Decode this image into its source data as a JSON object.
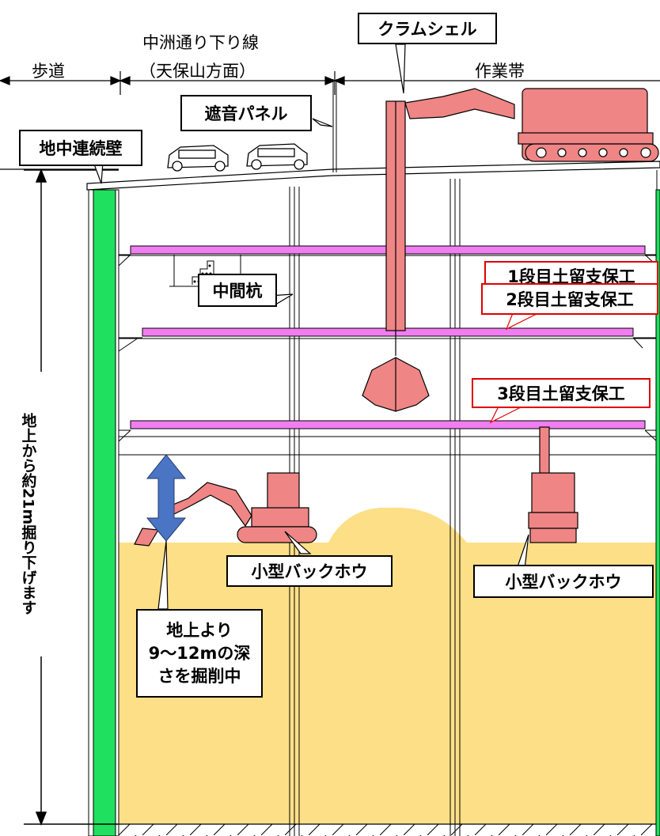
{
  "colors": {
    "wall": "#1fe05f",
    "strut": "#f07ef0",
    "soil": "#fddf88",
    "machine": "#ef8585",
    "arrow": "#4a74c4",
    "callout_red": "#e00000"
  },
  "top_labels": {
    "sidewalk": "歩道",
    "road_line1": "中洲通り下り線",
    "road_line2": "（天保山方面）",
    "work_zone": "作業帯"
  },
  "callouts": {
    "clamshell": "クラムシェル",
    "sound_panel": "遮音パネル",
    "diaphragm_wall": "地中連続壁",
    "intermediate_pile": "中間杭",
    "strut_1": "1段目土留支保工",
    "strut_2": "2段目土留支保工",
    "strut_3": "3段目土留支保工",
    "backhoe_left": "小型バックホウ",
    "backhoe_right": "小型バックホウ",
    "depth_line1": "地上より",
    "depth_line2": "9～12mの深",
    "depth_line3": "さを掘削中"
  },
  "vertical_label": "地上から約21m掘り下げます"
}
